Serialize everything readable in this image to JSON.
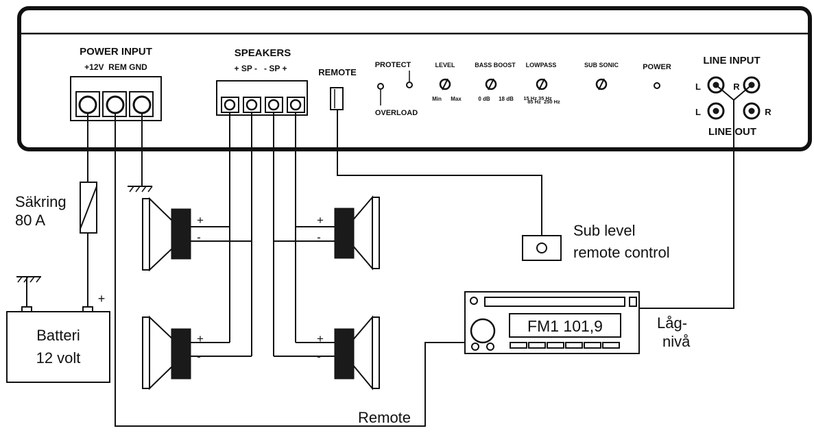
{
  "amplifier": {
    "power_input": {
      "title": "POWER INPUT",
      "sub": "+12V  REM GND"
    },
    "speakers": {
      "title": "SPEAKERS",
      "sub": "+ SP -   - SP +"
    },
    "remote": "REMOTE",
    "protect": "PROTECT",
    "overload": "OVERLOAD",
    "level": {
      "title": "LEVEL",
      "min": "Min",
      "max": "Max"
    },
    "bass_boost": {
      "title": "BASS BOOST",
      "low": "0 dB",
      "high": "18 dB"
    },
    "lowpass": {
      "title": "LOWPASS",
      "top": "15 Hz 35 Hz",
      "bottom": "85 Hz  250 Hz"
    },
    "sub_sonic": "SUB SONIC",
    "power": "POWER",
    "line_input": {
      "title": "LINE INPUT",
      "left": "L",
      "right": "R"
    },
    "line_out": {
      "title": "LINE OUT",
      "left": "L",
      "right": "R"
    }
  },
  "fuse": {
    "line1": "Säkring",
    "line2": "80 A"
  },
  "battery": {
    "line1": "Batteri",
    "line2": "12 volt",
    "plus": "+"
  },
  "speakers": {
    "plus": "+",
    "minus": "-"
  },
  "remote_control": {
    "line1": "Sub level",
    "line2": "remote control"
  },
  "radio": {
    "display": "FM1 101,9"
  },
  "low_level": {
    "line1": "Låg-",
    "line2": "nivå"
  },
  "remote_wire": "Remote"
}
